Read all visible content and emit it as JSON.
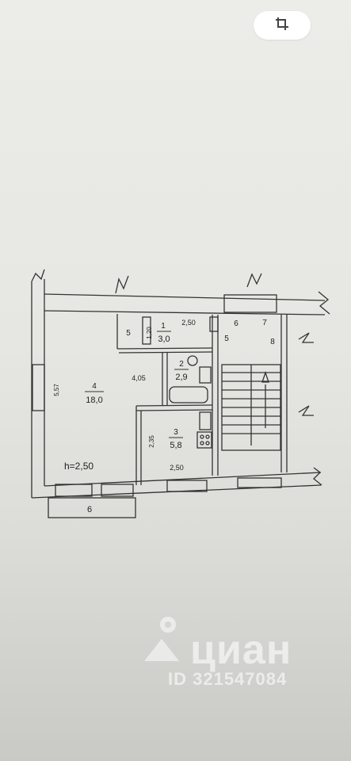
{
  "toolbar": {
    "crop_icon": "crop-icon"
  },
  "plan": {
    "rooms": [
      {
        "number": "1",
        "area": "3,0"
      },
      {
        "number": "2",
        "area": "2,9"
      },
      {
        "number": "3",
        "area": "5,8"
      },
      {
        "number": "4",
        "area": "18,0"
      }
    ],
    "dimensions": {
      "top_width": "2,50",
      "corridor_5": "5",
      "corridor_depth": "1,20",
      "room4_height": "5,57",
      "room4_width": "4,05",
      "room3_depth": "2,35",
      "room3_width": "2,50",
      "ceiling": "h=2,50",
      "balcony": "6"
    },
    "stair_labels": [
      "6",
      "7",
      "5",
      "8"
    ]
  },
  "watermark": {
    "brand": "циан",
    "id": "ID 321547084"
  }
}
